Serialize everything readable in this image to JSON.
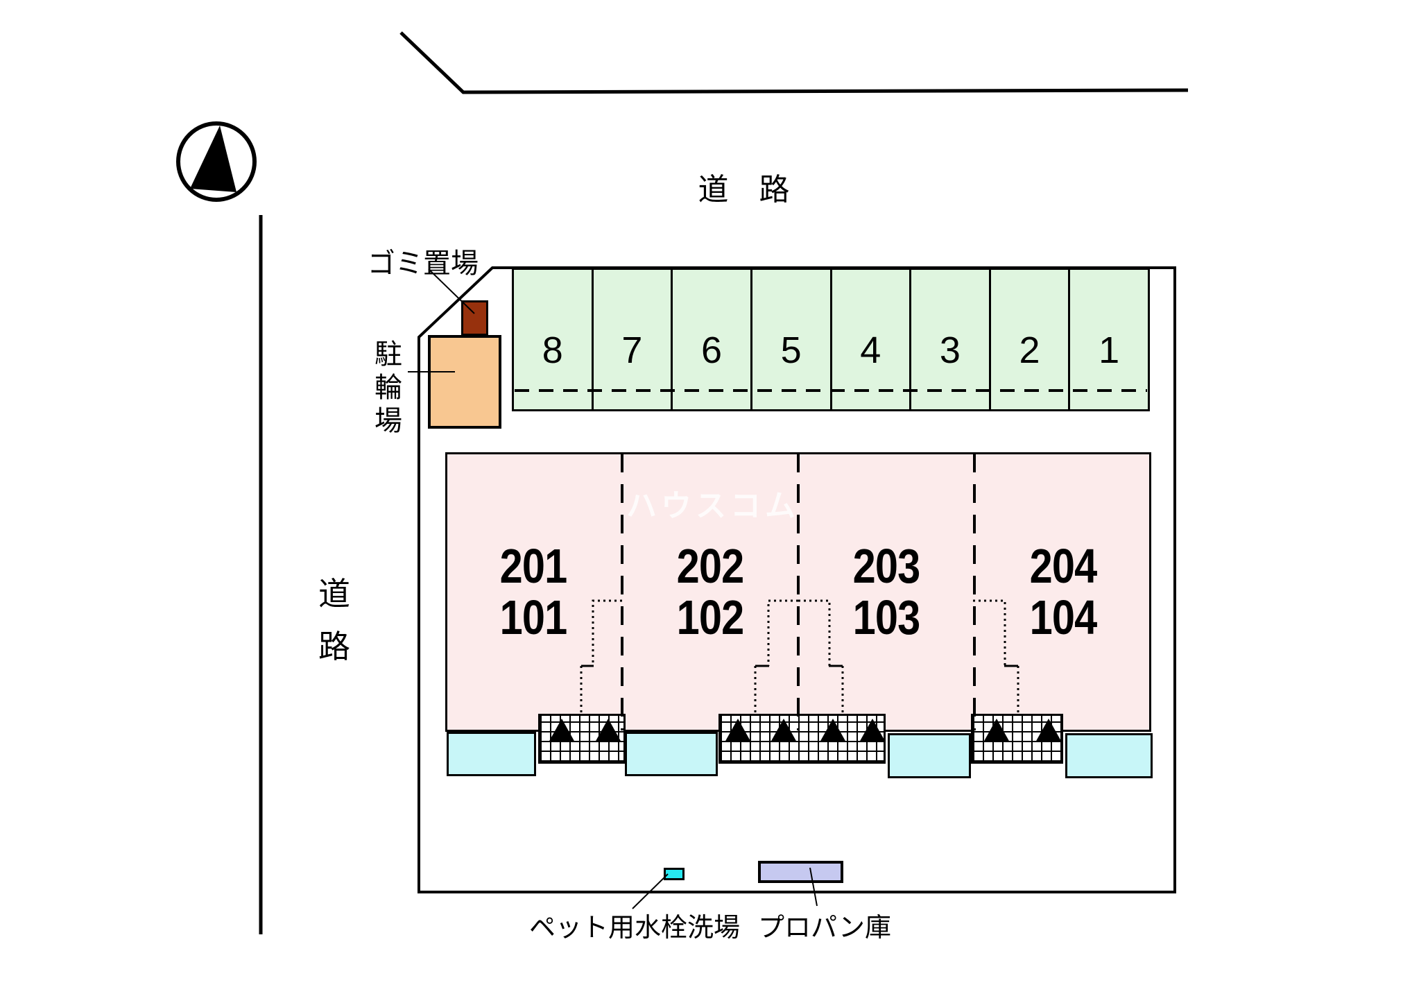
{
  "plan": {
    "watermark": "ハウスコム"
  },
  "roads": {
    "top_label": "道　路",
    "left_label_chars": [
      "道",
      "路"
    ]
  },
  "parking": {
    "stall_numbers": [
      "8",
      "7",
      "6",
      "5",
      "4",
      "3",
      "2",
      "1"
    ]
  },
  "building": {
    "units": [
      {
        "upper": "201",
        "lower": "101"
      },
      {
        "upper": "202",
        "lower": "102"
      },
      {
        "upper": "203",
        "lower": "103"
      },
      {
        "upper": "204",
        "lower": "104"
      }
    ]
  },
  "facilities": {
    "garbage_label": "ゴミ置場",
    "bicycle_label_chars": [
      "駐",
      "輪",
      "場"
    ],
    "pet_wash_label": "ペット用水栓洗場",
    "propane_label": "プロパン庫"
  },
  "icons": {
    "compass": "north-arrow-icon",
    "steps": "step-triangle-icon"
  },
  "colors": {
    "parking_fill": "#DFF5DF",
    "building_fill": "#FCEBEB",
    "porch_fill": "#C8F6F8",
    "pet_wash_fill": "#27E8F1",
    "propane_fill": "#C6C9F0",
    "bicycle_fill": "#F8C791",
    "garbage_fill": "#97310D",
    "watermark_color": "#FFFFFF"
  }
}
